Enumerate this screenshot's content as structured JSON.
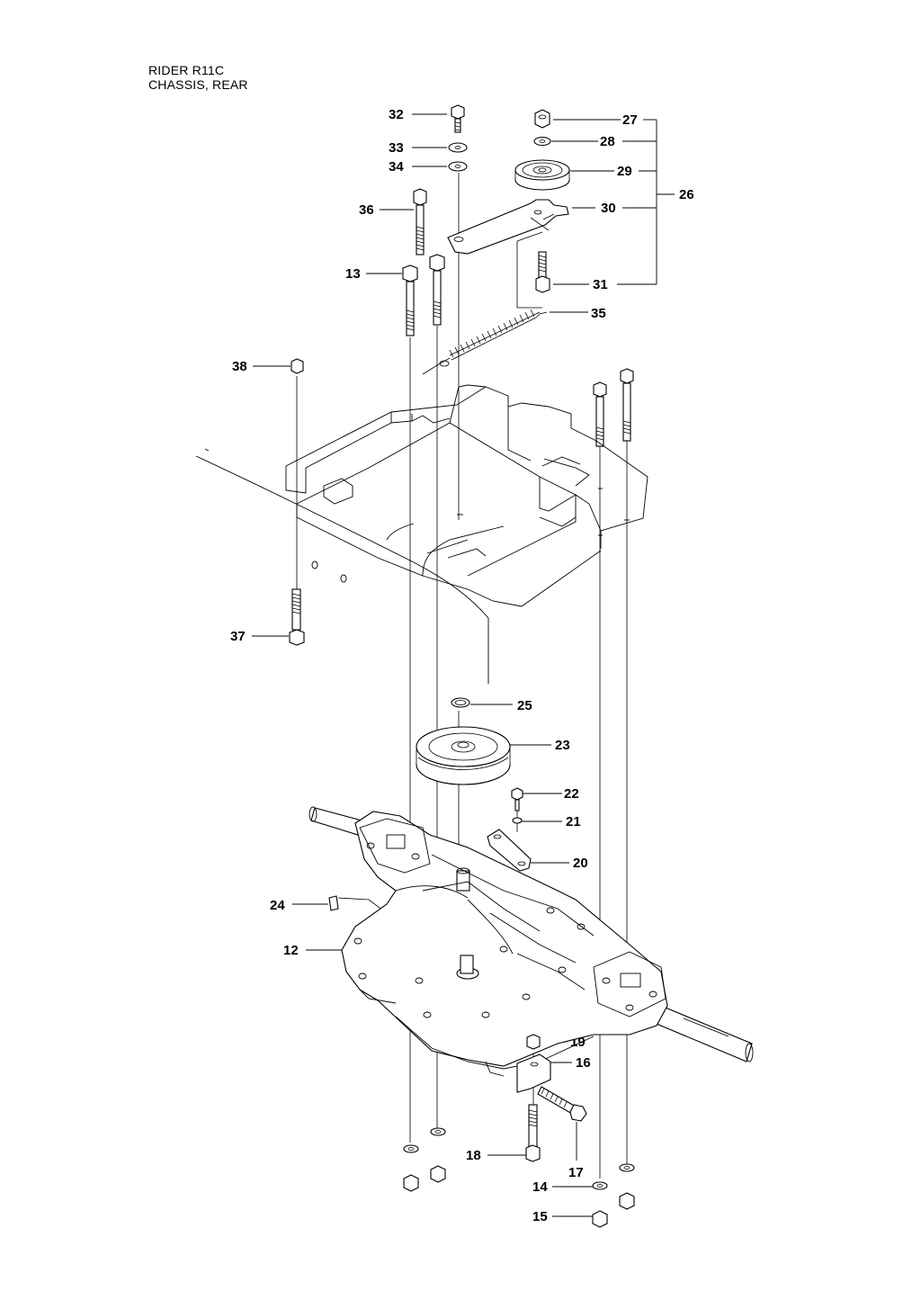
{
  "header": {
    "model": "RIDER R11C",
    "section": "CHASSIS, REAR"
  },
  "callouts": [
    {
      "id": "c32",
      "text": "32"
    },
    {
      "id": "c33",
      "text": "33"
    },
    {
      "id": "c34",
      "text": "34"
    },
    {
      "id": "c36",
      "text": "36"
    },
    {
      "id": "c13",
      "text": "13"
    },
    {
      "id": "c38",
      "text": "38"
    },
    {
      "id": "c37",
      "text": "37"
    },
    {
      "id": "c27",
      "text": "27"
    },
    {
      "id": "c28",
      "text": "28"
    },
    {
      "id": "c29",
      "text": "29"
    },
    {
      "id": "c30",
      "text": "30"
    },
    {
      "id": "c26",
      "text": "26"
    },
    {
      "id": "c31",
      "text": "31"
    },
    {
      "id": "c35",
      "text": "35"
    },
    {
      "id": "c25",
      "text": "25"
    },
    {
      "id": "c23",
      "text": "23"
    },
    {
      "id": "c22",
      "text": "22"
    },
    {
      "id": "c21",
      "text": "21"
    },
    {
      "id": "c20",
      "text": "20"
    },
    {
      "id": "c24",
      "text": "24"
    },
    {
      "id": "c12",
      "text": "12"
    },
    {
      "id": "c19",
      "text": "19"
    },
    {
      "id": "c16",
      "text": "16"
    },
    {
      "id": "c17",
      "text": "17"
    },
    {
      "id": "c18",
      "text": "18"
    },
    {
      "id": "c14",
      "text": "14"
    },
    {
      "id": "c15",
      "text": "15"
    }
  ]
}
